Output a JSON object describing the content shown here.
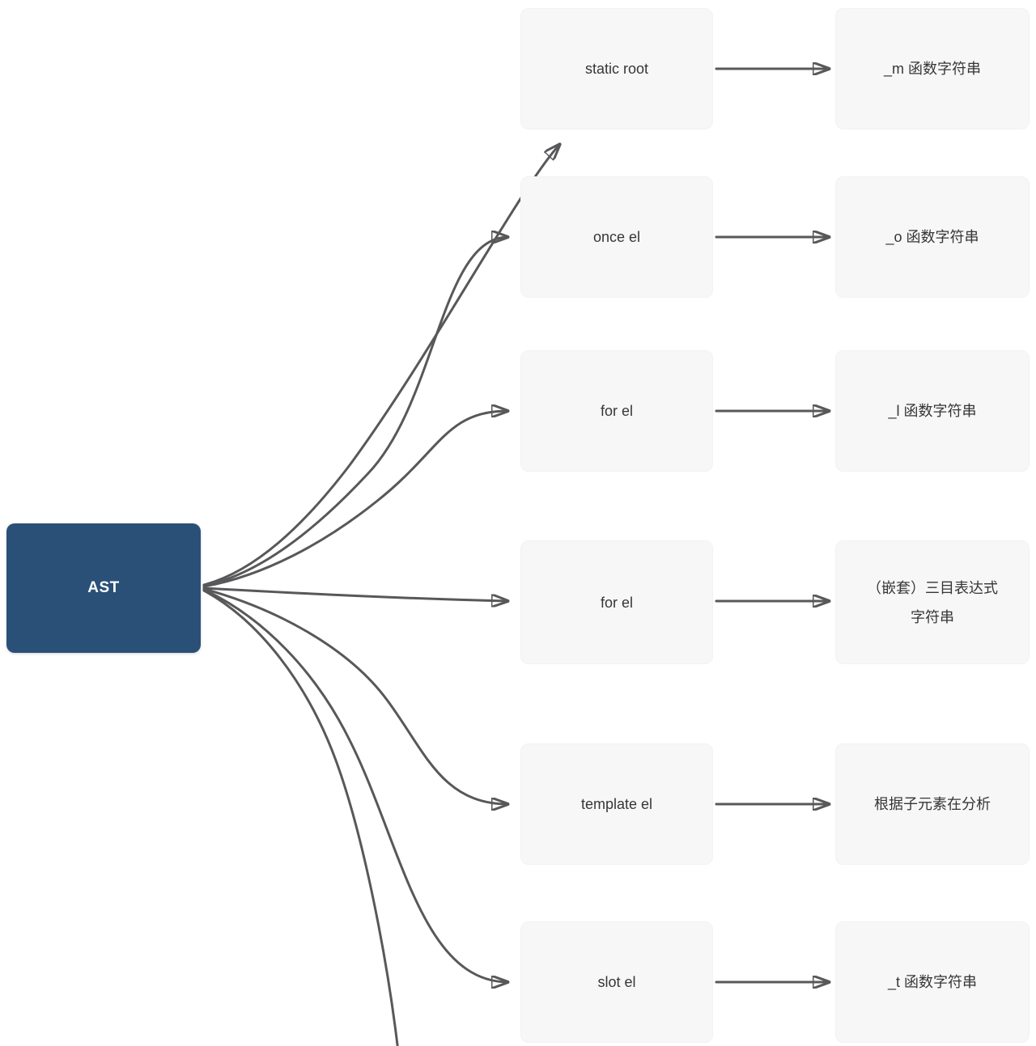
{
  "root": {
    "label": "AST"
  },
  "rows": [
    {
      "source": "static root",
      "target_lines": [
        "_m 函数字符串",
        ""
      ]
    },
    {
      "source": "once el",
      "target_lines": [
        "_o 函数字符串",
        ""
      ]
    },
    {
      "source": "for el",
      "target_lines": [
        "_l 函数字符串",
        ""
      ]
    },
    {
      "source": "for el",
      "target_lines": [
        "（嵌套）三目表达式",
        "字符串"
      ]
    },
    {
      "source": "template el",
      "target_lines": [
        "根据子元素在分析",
        ""
      ]
    },
    {
      "source": "slot el",
      "target_lines": [
        "_t 函数字符串",
        ""
      ]
    }
  ],
  "colors": {
    "root_bg": "#2a5078",
    "root_text": "#ffffff",
    "node_bg": "#f7f7f8",
    "node_text": "#363636",
    "edge": "#58585a"
  }
}
